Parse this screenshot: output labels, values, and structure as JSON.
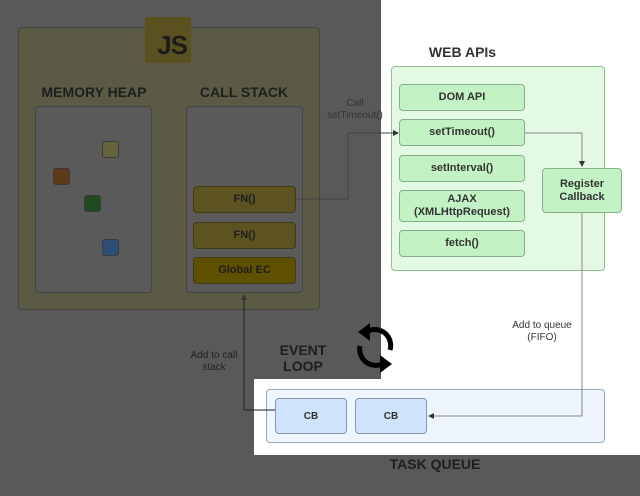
{
  "engine": {
    "logo": "JS",
    "memory_heap_title": "MEMORY HEAP",
    "call_stack_title": "CALL STACK",
    "heap_objects": [
      {
        "color": "#66643d"
      },
      {
        "color": "#5f3a18"
      },
      {
        "color": "#1f4a22"
      },
      {
        "color": "#2d4f77"
      }
    ],
    "call_stack": [
      "FN()",
      "FN()",
      "Global EC"
    ]
  },
  "web_apis": {
    "title": "WEB APIs",
    "items": [
      "DOM API",
      "setTimeout()",
      "setInterval()",
      "AJAX\n(XMLHttpRequest)",
      "fetch()"
    ],
    "register_callback": "Register\nCallback"
  },
  "event_loop": {
    "title": "EVENT LOOP",
    "icon": "refresh-cycle-icon"
  },
  "task_queue": {
    "title": "TASK QUEUE",
    "items": [
      "CB",
      "CB"
    ]
  },
  "annotations": {
    "call_settimeout": "Call\nsetTimeout()",
    "add_to_queue": "Add to queue\n(FIFO)",
    "add_to_call_stack": "Add to call\nstack"
  },
  "colors": {
    "web_api_panel": "#e3f9e3",
    "web_api_item": "#c3f2c5",
    "queue_panel": "#eef5ff",
    "queue_item": "#d0e3fc",
    "overlay": "#595959"
  }
}
